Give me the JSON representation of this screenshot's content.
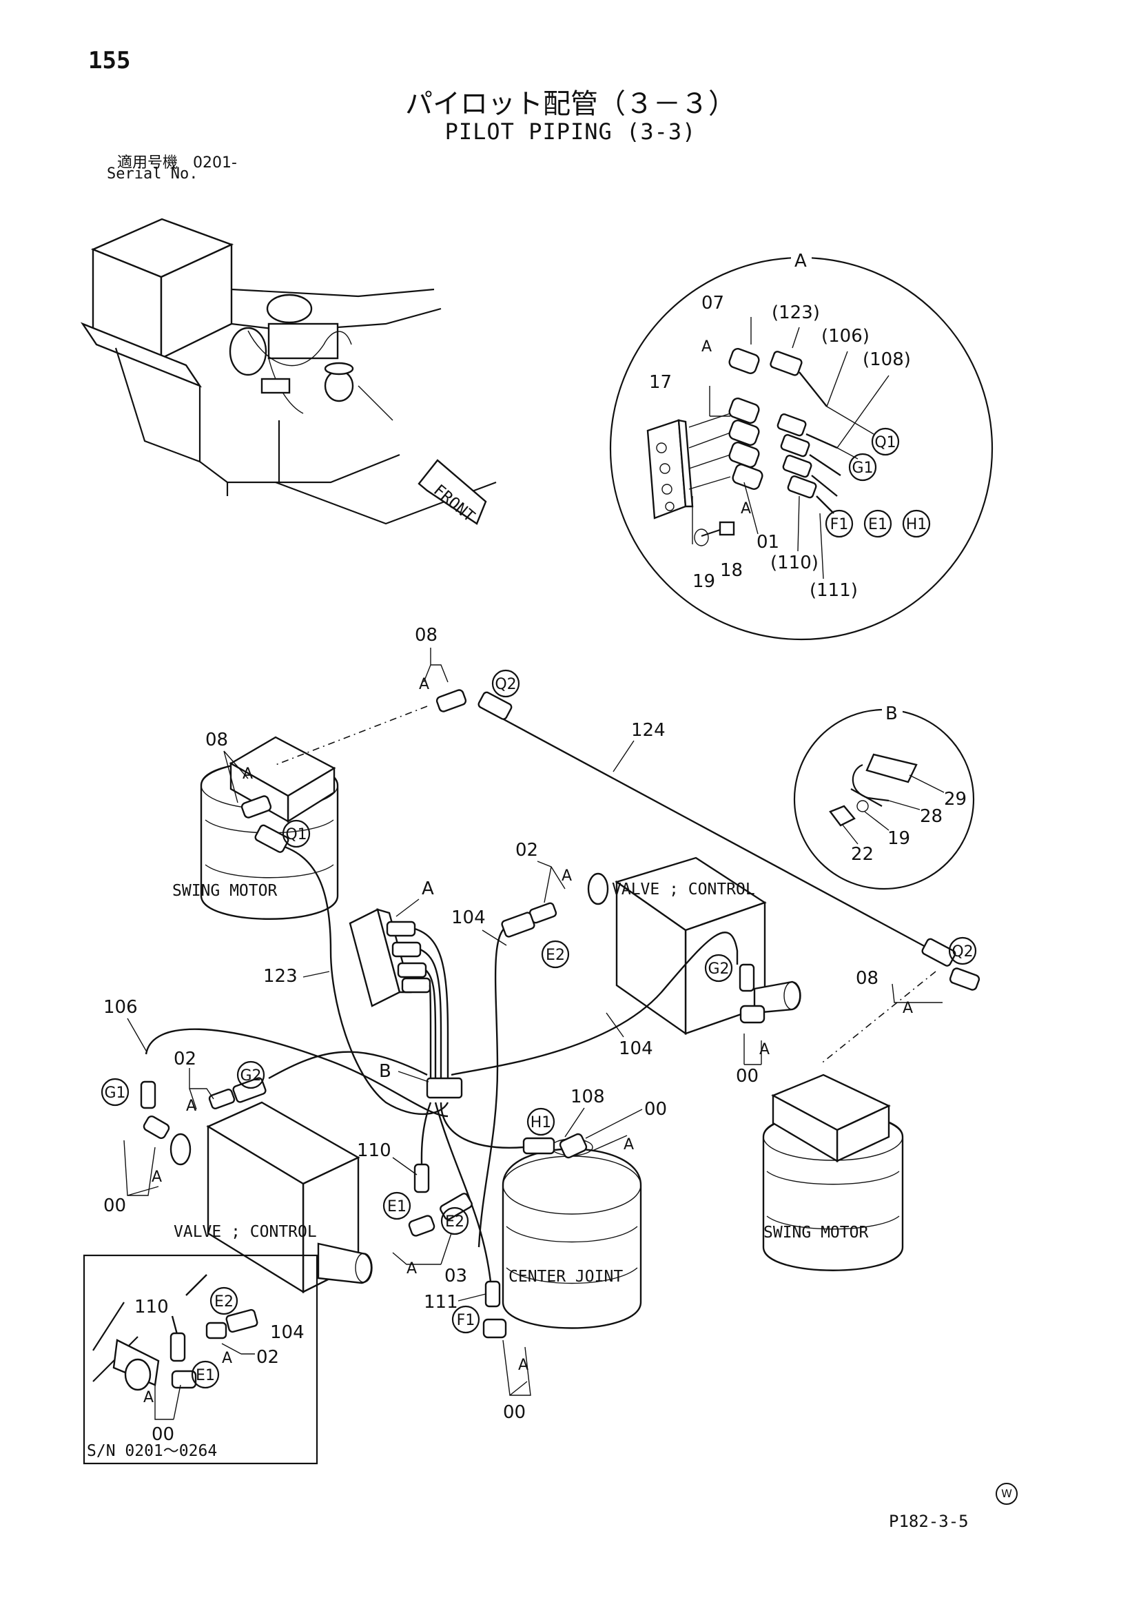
{
  "header": {
    "page_number": "155",
    "title_ja": "パイロット配管（３－３）",
    "title_en": "PILOT PIPING (3-3)",
    "serial_label_ja": "適用号機　0201-",
    "serial_label_en": "Serial No."
  },
  "footer": {
    "drawing_code": "P182-3-5",
    "mark": "W"
  },
  "inset": {
    "serial_range": "S/N 0201～0264"
  },
  "components": {
    "swing_motor": "SWING MOTOR",
    "valve_control": "VALVE ; CONTROL",
    "center_joint": "CENTER JOINT",
    "front": "FRONT"
  },
  "details": {
    "a": "A",
    "b": "B"
  },
  "part_numbers": {
    "p00": "00",
    "p01": "01",
    "p02": "02",
    "p03": "03",
    "p07": "07",
    "p08": "08",
    "p17": "17",
    "p18": "18",
    "p19": "19",
    "p22": "22",
    "p28": "28",
    "p29": "29",
    "p104": "104",
    "p106": "106",
    "p108": "108",
    "p110": "110",
    "p111": "111",
    "p123": "123",
    "p124": "124",
    "p123p": "(123)",
    "p106p": "(106)",
    "p108p": "(108)",
    "p110p": "(110)",
    "p111p": "(111)"
  },
  "connection_codes": {
    "q1": "Q1",
    "q2": "Q2",
    "g1": "G1",
    "g2": "G2",
    "e1": "E1",
    "e2": "E2",
    "f1": "F1",
    "h1": "H1"
  }
}
